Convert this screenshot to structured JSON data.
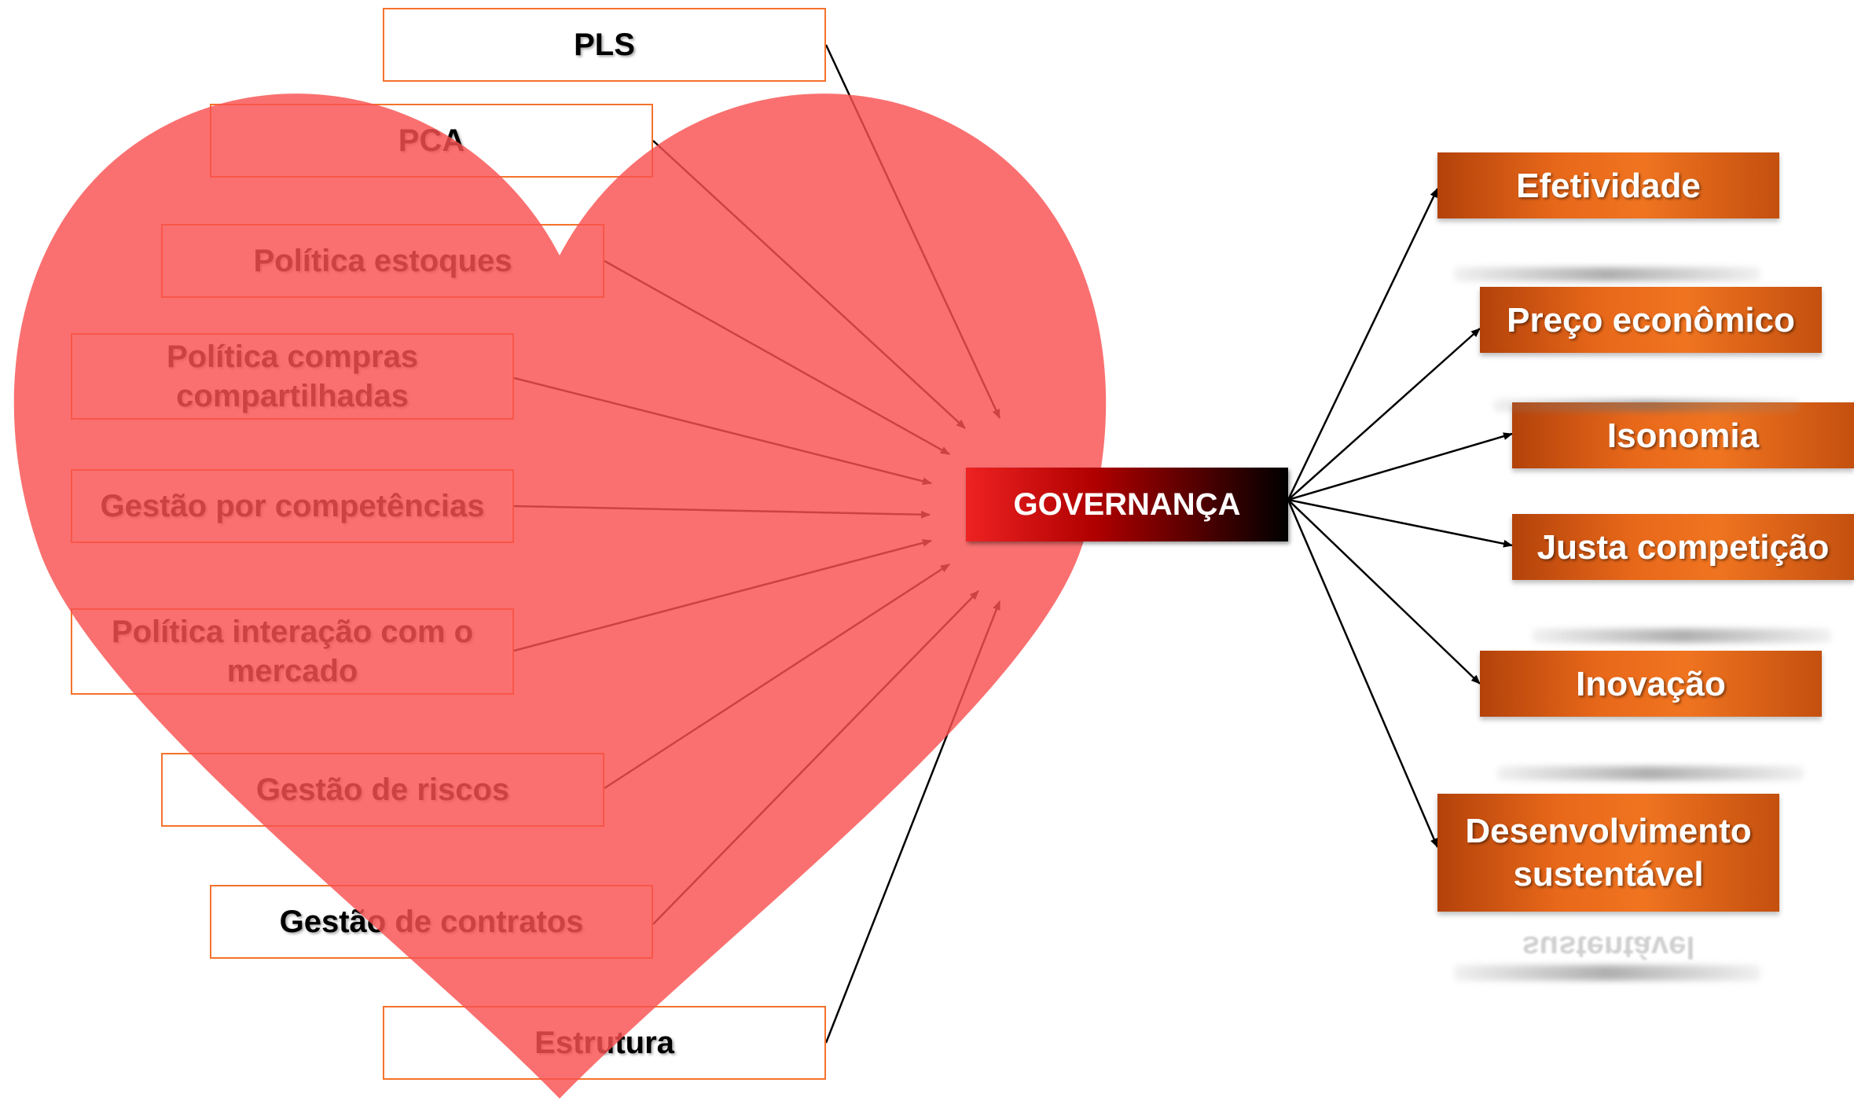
{
  "hub": {
    "label": "GOVERNANÇA"
  },
  "inputs": [
    {
      "label": "PLS"
    },
    {
      "label": "PCA"
    },
    {
      "label": "Política estoques"
    },
    {
      "label": "Política compras compartilhadas"
    },
    {
      "label": "Gestão por competências"
    },
    {
      "label": "Política interação com o mercado"
    },
    {
      "label": "Gestão de riscos"
    },
    {
      "label": "Gestão de contratos"
    },
    {
      "label": "Estrutura"
    }
  ],
  "outputs": [
    {
      "label": "Efetividade"
    },
    {
      "label": "Preço econômico"
    },
    {
      "label": "Isonomia"
    },
    {
      "label": "Justa competição"
    },
    {
      "label": "Inovação"
    },
    {
      "label": "Desenvolvimento sustentável"
    }
  ],
  "reflection": {
    "label": "sustentável"
  },
  "colors": {
    "heart": "#f86060",
    "input_border": "#f4722b",
    "output_fill": "#e8681a",
    "hub_fill": "#b00000",
    "arrow": "#000000"
  }
}
